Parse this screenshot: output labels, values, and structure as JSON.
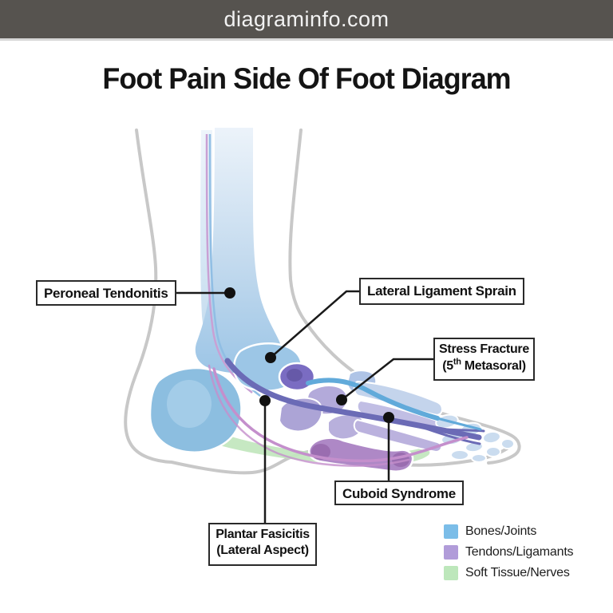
{
  "header": {
    "site": "diagraminfo.com"
  },
  "title": "Foot Pain Side Of Foot Diagram",
  "diagram": {
    "type": "anatomy-diagram",
    "subject": "Lateral (side) view of foot and ankle with pain locations",
    "labels": [
      {
        "id": "peroneal",
        "text": "Peroneal Tendonitis"
      },
      {
        "id": "lateral",
        "text": "Lateral Ligament Sprain"
      },
      {
        "id": "stress",
        "line1": "Stress Fracture",
        "line2_prefix": "(5",
        "line2_sup": "th",
        "line2_suffix": " Metasoral)"
      },
      {
        "id": "cuboid",
        "text": "Cuboid Syndrome"
      },
      {
        "id": "plantar",
        "line1": "Plantar Fasicitis",
        "line2": "(Lateral Aspect)"
      }
    ]
  },
  "legend": {
    "items": [
      {
        "label": "Bones/Joints",
        "color": "#7BBDE8"
      },
      {
        "label": "Tendons/Ligamants",
        "color": "#B19CD9"
      },
      {
        "label": "Soft Tissue/Nerves",
        "color": "#BDE7BB"
      }
    ]
  },
  "colors": {
    "header_bg": "#56534F",
    "outline_gray": "#C8C8C8",
    "bone_blue": "#8CBEE0",
    "tendon_purple": "#6B6BB6",
    "tendon_pink": "#C48FCC",
    "soft_tissue_green": "#C3E7BF",
    "callout_border": "#2A2A2A"
  }
}
